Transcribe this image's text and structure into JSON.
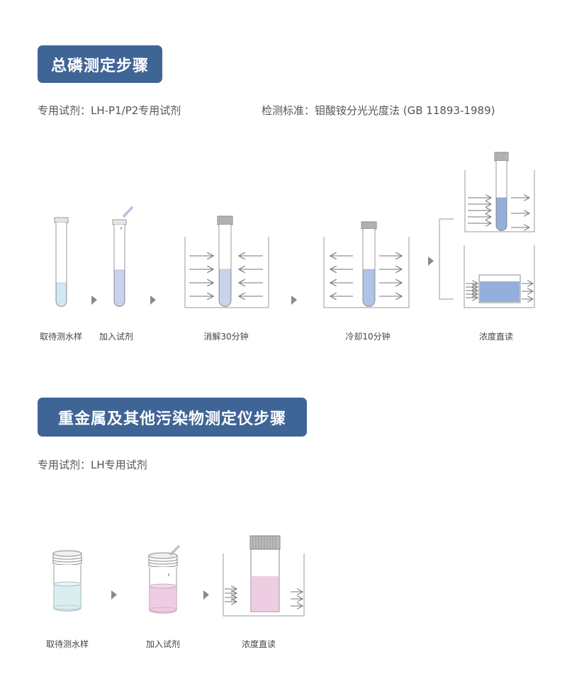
{
  "section1": {
    "title": "总磷测定步骤",
    "reagent": "专用试剂：LH-P1/P2专用试剂",
    "standard": "检测标准：钼酸铵分光光度法 (GB 11893-1989)",
    "steps": [
      {
        "label": "取待测水样",
        "icon": "test-tube-icon",
        "liquid_color": "#cde9f1"
      },
      {
        "label": "加入试剂",
        "icon": "test-tube-pipette-icon",
        "liquid_color": "#c9d3ee"
      },
      {
        "label": "消解30分钟",
        "icon": "heating-bath-icon",
        "liquid_color": "#c9d3ee"
      },
      {
        "label": "冷却10分钟",
        "icon": "cooling-bath-icon",
        "liquid_color": "#adc4e6"
      },
      {
        "label": "浓度直读",
        "icon": "photometer-readout-icon",
        "liquid_color": "#94afdc"
      }
    ]
  },
  "section2": {
    "title": "重金属及其他污染物测定仪步骤",
    "reagent": "专用试剂：LH专用试剂",
    "steps": [
      {
        "label": "取待测水样",
        "icon": "sample-vial-icon",
        "liquid_color": "#d9eeef"
      },
      {
        "label": "加入试剂",
        "icon": "vial-pipette-icon",
        "liquid_color": "#eecde3"
      },
      {
        "label": "浓度直读",
        "icon": "vial-readout-icon",
        "liquid_color": "#eecde3"
      }
    ]
  },
  "colors": {
    "badge": "#3f6596",
    "arrow_step": "#8a8a8a",
    "outline": "#9a9a9a"
  }
}
